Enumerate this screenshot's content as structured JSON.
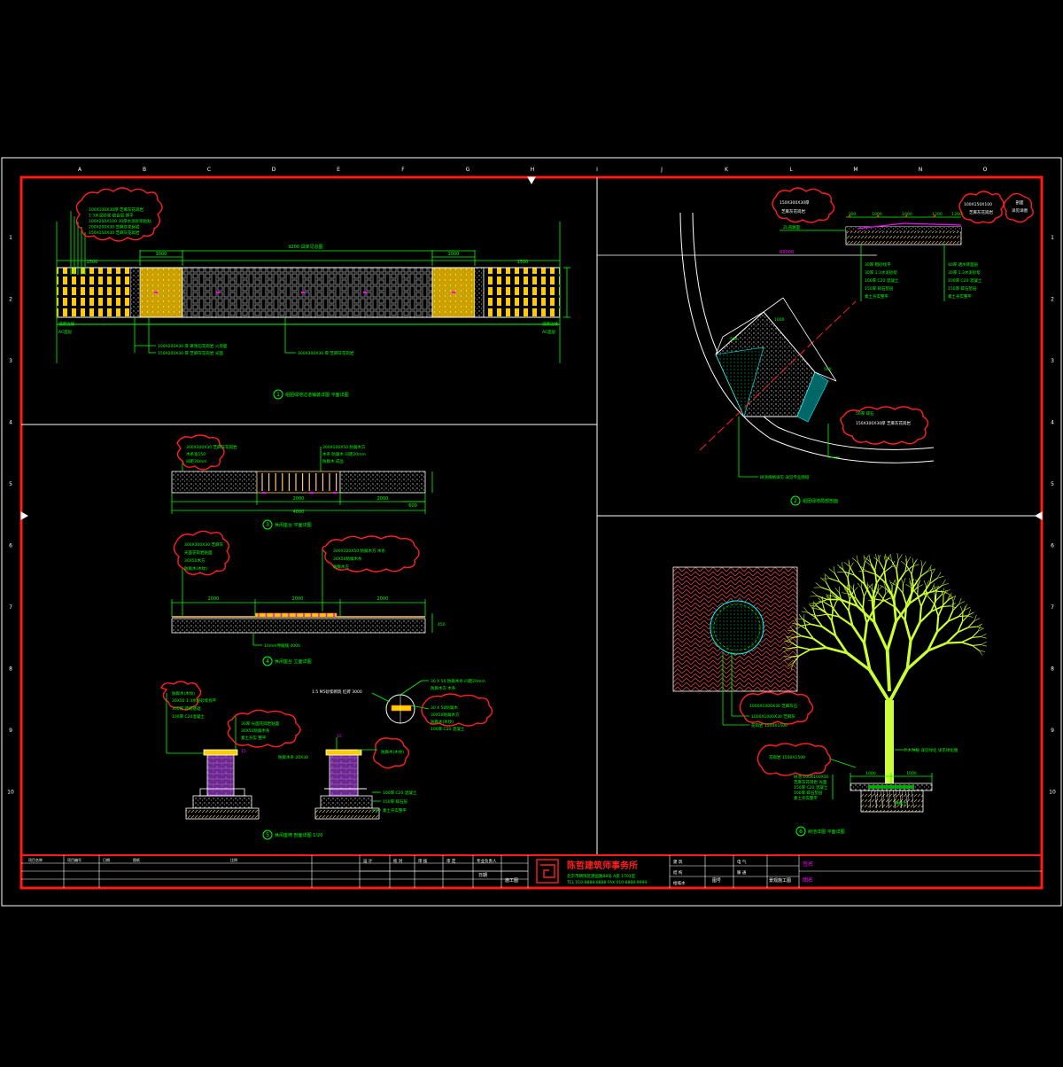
{
  "sheet": {
    "grid_cols": [
      "A",
      "B",
      "C",
      "D",
      "E",
      "F",
      "G",
      "H",
      "I",
      "J",
      "K",
      "L",
      "M",
      "N",
      "O"
    ],
    "grid_rows": [
      "1",
      "2",
      "3",
      "4",
      "5",
      "6",
      "7",
      "8",
      "9",
      "10"
    ]
  },
  "views": {
    "v1": {
      "no": "1",
      "title": "组团绿地过道铺装详图  平面详图",
      "dims": {
        "total": "9200  具体见总图",
        "left": "1000",
        "right": "1000",
        "side": "1500",
        "side2": "1500"
      },
      "callouts": [
        "100X100X30厚 芝麻灰花岗岩",
        "1:3水泥砂浆 结合层 抹平",
        "100X200X100 30厚水泥砂浆粘贴",
        "200X200X30 芝麻灰花岗岩",
        "150X150X30 芝麻灰花岗岩"
      ],
      "bottom_notes": [
        "100X200X30 厚 黄锈石花岗岩 火烧面",
        "150X200X30 厚 芝麻灰花岗岩 光面"
      ],
      "center_note": "300X300X30 厚 芝麻灰花岗岩",
      "edge_left": "道路边线",
      "edge_left2": "AC面层",
      "edge_right": "道路边线",
      "edge_right2": "AC面层"
    },
    "v2": {
      "no": "2",
      "title": "组团绿地局部剖面",
      "top_callout": [
        "150X300X30厚",
        "芝麻灰花岗岩"
      ],
      "right_callout": [
        "100X150X100",
        "芝麻灰花岗岩"
      ],
      "cloud_tag": [
        "剖面",
        "详见详图"
      ],
      "dims": [
        "300",
        "1000",
        "1000",
        "1200",
        "1200"
      ],
      "left_label": "ZL道路面",
      "radius": "R9000",
      "layers_left": [
        "30厚 粗砂找平",
        "30厚 1:3水泥砂浆",
        "100厚 C20 混凝土",
        "150厚 碎石垫层",
        "素土夯实整平"
      ],
      "layers_right": [
        "40厚 透水砖面层",
        "30厚 1:3水泥砂浆",
        "100厚 C20 混凝土",
        "150厚 碎石垫层",
        "素土夯实整平"
      ],
      "plan_callout": [
        "50厚 碎石",
        "150X300X30厚 芝麻灰花岗岩"
      ],
      "plan_dims": [
        "500",
        "1000",
        "500"
      ],
      "plan_note": "树池规格详见  详见专业图纸"
    },
    "v3": {
      "no": "3",
      "title": "休闲座台  平面详图",
      "callouts": [
        "300X300X30 芝麻灰花岗岩",
        "木条宽150",
        "间距30mm"
      ],
      "top_note": [
        "300X100X50 防腐木方",
        "木条 防腐木 间距20mm",
        "防腐木 成品"
      ],
      "dims": [
        "2000",
        "2000",
        "4000",
        "600"
      ]
    },
    "v4": {
      "no": "4",
      "title": "休闲座台  立面详图",
      "callouts": [
        "300X300X30 芝麻灰",
        "光面花岗岩贴面",
        "30X50木方",
        "防腐木(木纹)"
      ],
      "top_note": [
        "300X100X50 防腐木方 木条",
        "30X50防腐木条",
        "防腐木方"
      ],
      "dims": [
        "2000",
        "2000",
        "2000"
      ],
      "bottom_note": "10mm伸缩缝 4000",
      "height": "450"
    },
    "v5": {
      "no": "5",
      "title": "休闲座椅  剖面详图   1/20",
      "callouts": [
        "防腐木(木纹)",
        "30X50 1:3水泥砂浆找平",
        "300厚 砖砌基础",
        "100厚 C20混凝土"
      ],
      "mid_callout": [
        "30厚 光面花岗岩贴面",
        "30X50防腐木条",
        "素土夯实 整平"
      ],
      "wood_label": "防腐木(木纹)",
      "detail_callout": [
        "30 X 50防腐木",
        "30X50防腐木方",
        "防腐木(木纹)",
        "100厚 C20 混凝土"
      ],
      "detail_title": "1:5 M5砂浆砌筑 红砖 3000",
      "detail_note": [
        "30 X 50 防腐木条 间距20mm",
        "防腐木方 木条"
      ],
      "bottom_layers": [
        "100厚 C20 混凝土",
        "150厚 碎石层",
        "素土夯实整平"
      ],
      "left_dim": "防腐木条 20X30"
    },
    "v6": {
      "no": "6",
      "title": "树池详图 平面详图",
      "callout": [
        "1000X1000X30 芝麻灰",
        "花岗岩  1500X1500"
      ],
      "tag": "1000X1000X30 芝麻灰石",
      "tree_note": "乔木种植 详见绿化 详见绿化图",
      "left_notes": [
        "树池 100X100X30",
        "芝麻灰花岗岩 光面",
        "150厚 C20 混凝土",
        "100厚 碎石垫层",
        "素土夯实整平"
      ],
      "dims": [
        "1000",
        "1000"
      ],
      "stake": "种植土"
    }
  },
  "title_block": {
    "firm": "陈哲建筑师事务所",
    "firm_addr": "北京市朝阳区建国路88号 A座 1701室",
    "firm_tel": "TEL 010-8888-8888  FAX 010-8888-9999",
    "project_cells": [
      "项目名称",
      "项目编号",
      "日期",
      "图纸",
      "比例"
    ],
    "design_cells": [
      "设 计",
      "校 对",
      "审 核",
      "审 定",
      "专业负责人"
    ],
    "sig_cells": [
      "建 筑",
      "结 构",
      "给排水",
      "电 气",
      "暖 通"
    ],
    "drawing_no_label": "图号",
    "drawing_name": "景观施工图",
    "sheet": "签名",
    "sheet2": "图名",
    "date": "日期",
    "phase": "施工图"
  },
  "colors": {
    "border": "#ff1a1a",
    "callout": "#ff2020",
    "text_green": "#00ff00",
    "dim_magenta": "#ff00ff",
    "tree": "#ccff33",
    "paving_yellow": "#ffcc00",
    "outline": "#ffffff"
  }
}
